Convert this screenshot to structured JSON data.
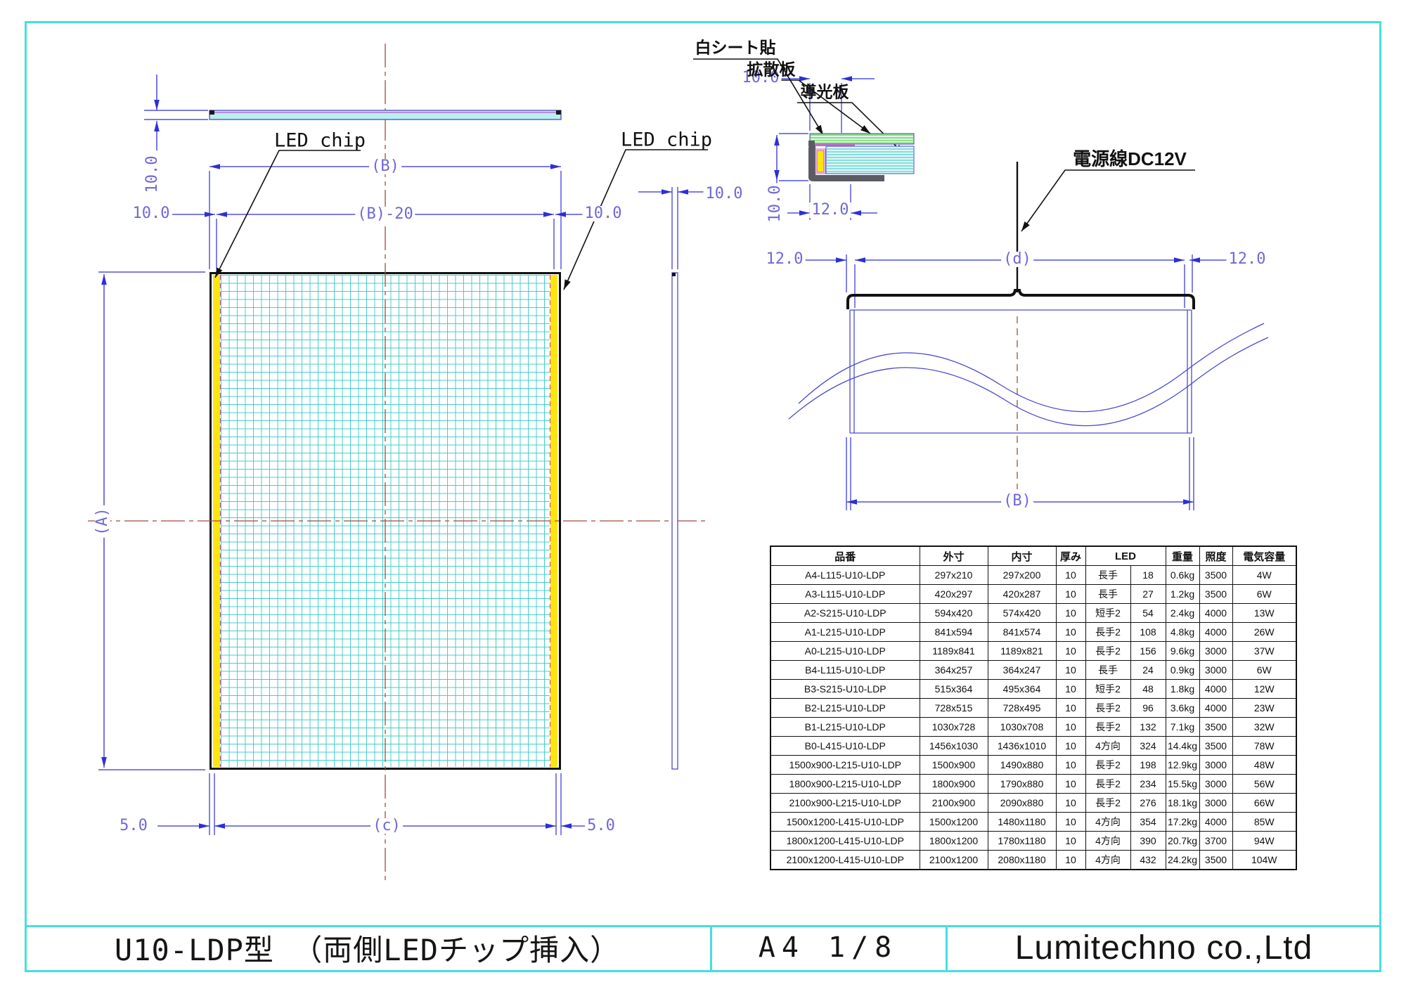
{
  "drawing": {
    "labels": {
      "led_chip": "LED chip",
      "white_sheet": "白シート貼",
      "diffuser_plate": "拡散板",
      "light_guide_plate": "導光板",
      "power_cable": "電源線DC12V"
    },
    "dimensions": {
      "d10": "10.0",
      "d12": "12.0",
      "d5": "5.0",
      "A": "(A)",
      "B": "(B)",
      "B20": "(B)-20",
      "c": "(c)",
      "d": "(d)"
    }
  },
  "spec_table": {
    "headers": [
      "品番",
      "外寸",
      "内寸",
      "厚み",
      "LED",
      "重量",
      "照度",
      "電気容量"
    ],
    "rows": [
      [
        "A4-L115-U10-LDP",
        "297x210",
        "297x200",
        "10",
        "長手",
        "18",
        "0.6kg",
        "3500",
        "4W"
      ],
      [
        "A3-L115-U10-LDP",
        "420x297",
        "420x287",
        "10",
        "長手",
        "27",
        "1.2kg",
        "3500",
        "6W"
      ],
      [
        "A2-S215-U10-LDP",
        "594x420",
        "574x420",
        "10",
        "短手2",
        "54",
        "2.4kg",
        "4000",
        "13W"
      ],
      [
        "A1-L215-U10-LDP",
        "841x594",
        "841x574",
        "10",
        "長手2",
        "108",
        "4.8kg",
        "4000",
        "26W"
      ],
      [
        "A0-L215-U10-LDP",
        "1189x841",
        "1189x821",
        "10",
        "長手2",
        "156",
        "9.6kg",
        "3000",
        "37W"
      ],
      [
        "B4-L115-U10-LDP",
        "364x257",
        "364x247",
        "10",
        "長手",
        "24",
        "0.9kg",
        "3000",
        "6W"
      ],
      [
        "B3-S215-U10-LDP",
        "515x364",
        "495x364",
        "10",
        "短手2",
        "48",
        "1.8kg",
        "4000",
        "12W"
      ],
      [
        "B2-L215-U10-LDP",
        "728x515",
        "728x495",
        "10",
        "長手2",
        "96",
        "3.6kg",
        "4000",
        "23W"
      ],
      [
        "B1-L215-U10-LDP",
        "1030x728",
        "1030x708",
        "10",
        "長手2",
        "132",
        "7.1kg",
        "3500",
        "32W"
      ],
      [
        "B0-L415-U10-LDP",
        "1456x1030",
        "1436x1010",
        "10",
        "4方向",
        "324",
        "14.4kg",
        "3500",
        "78W"
      ],
      [
        "1500x900-L215-U10-LDP",
        "1500x900",
        "1490x880",
        "10",
        "長手2",
        "198",
        "12.9kg",
        "3000",
        "48W"
      ],
      [
        "1800x900-L215-U10-LDP",
        "1800x900",
        "1790x880",
        "10",
        "長手2",
        "234",
        "15.5kg",
        "3000",
        "56W"
      ],
      [
        "2100x900-L215-U10-LDP",
        "2100x900",
        "2090x880",
        "10",
        "長手2",
        "276",
        "18.1kg",
        "3000",
        "66W"
      ],
      [
        "1500x1200-L415-U10-LDP",
        "1500x1200",
        "1480x1180",
        "10",
        "4方向",
        "354",
        "17.2kg",
        "4000",
        "85W"
      ],
      [
        "1800x1200-L415-U10-LDP",
        "1800x1200",
        "1780x1180",
        "10",
        "4方向",
        "390",
        "20.7kg",
        "3700",
        "94W"
      ],
      [
        "2100x1200-L415-U10-LDP",
        "2100x1200",
        "2080x1180",
        "10",
        "4方向",
        "432",
        "24.2kg",
        "3500",
        "104W"
      ]
    ]
  },
  "title_block": {
    "drawing_title": "U10-LDP型 （両側LEDチップ挿入）",
    "sheet_info": "A4 1/8",
    "company": "Lumitechno co.,Ltd"
  },
  "colors": {
    "sheet_frame": "#45e0dc",
    "dim_line": "#2e2ed8",
    "dim_text": "#6f68d8",
    "centerline": "#a34a3c",
    "grid_cyan": "#26c6c6",
    "led_strip_yellow": "#ffe60a",
    "diffuser_green": "#86dc86",
    "frame_gray": "#5b5b64"
  }
}
